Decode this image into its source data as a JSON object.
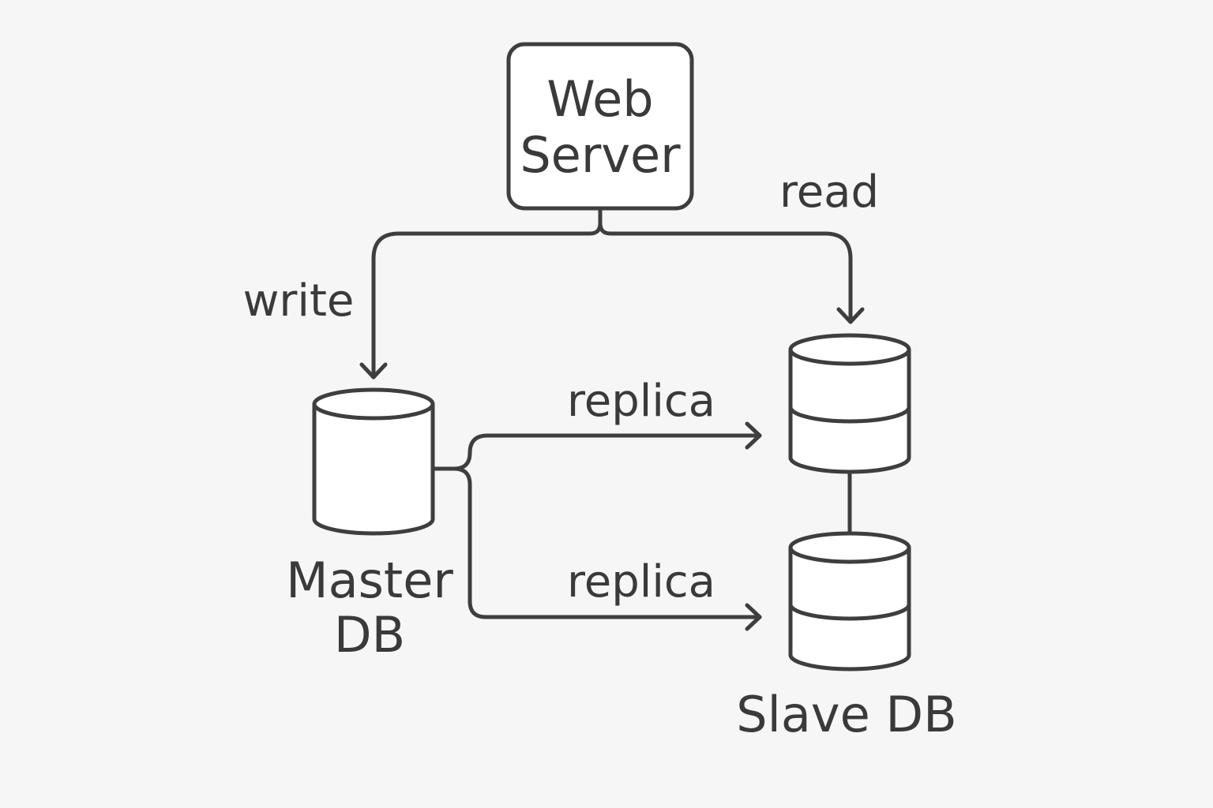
{
  "nodes": {
    "web_server": {
      "line1": "Web",
      "line2": "Server"
    },
    "master_db": {
      "line1": "Master",
      "line2": "DB"
    },
    "slave_db": {
      "label": "Slave DB"
    }
  },
  "edges": {
    "write": "write",
    "read": "read",
    "replica_top": "replica",
    "replica_bottom": "replica"
  },
  "colors": {
    "background": "#f6f6f6",
    "stroke": "#3e3e3e",
    "text": "#3a3a3a"
  }
}
